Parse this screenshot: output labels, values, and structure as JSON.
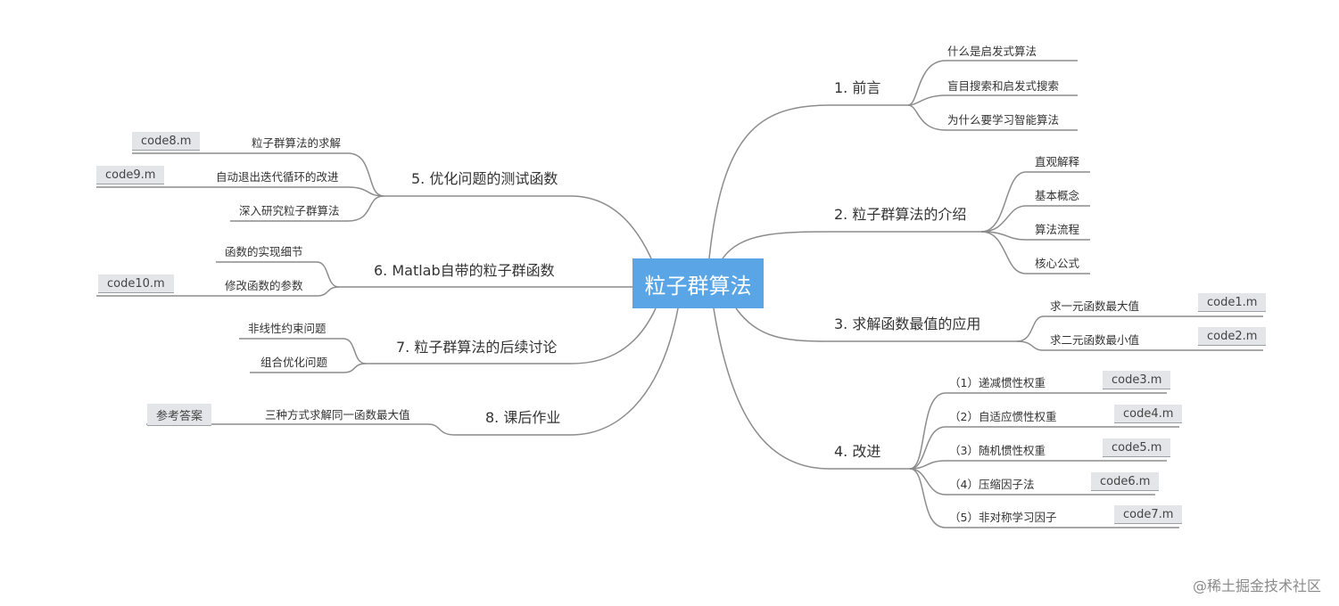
{
  "root": "粒子群算法",
  "branches": {
    "b1": {
      "title": "1. 前言",
      "items": [
        "什么是启发式算法",
        "盲目搜索和启发式搜索",
        "为什么要学习智能算法"
      ]
    },
    "b2": {
      "title": "2. 粒子群算法的介绍",
      "items": [
        "直观解释",
        "基本概念",
        "算法流程",
        "核心公式"
      ]
    },
    "b3": {
      "title": "3. 求解函数最值的应用",
      "items": [
        "求一元函数最大值",
        "求二元函数最小值"
      ],
      "tags": [
        "code1.m",
        "code2.m"
      ]
    },
    "b4": {
      "title": "4. 改进",
      "items": [
        "（1）递减惯性权重",
        "（2）自适应惯性权重",
        "（3）随机惯性权重",
        "（4）压缩因子法",
        "（5）非对称学习因子"
      ],
      "tags": [
        "code3.m",
        "code4.m",
        "code5.m",
        "code6.m",
        "code7.m"
      ]
    },
    "b5": {
      "title": "5. 优化问题的测试函数",
      "items": [
        "粒子群算法的求解",
        "自动退出迭代循环的改进",
        "深入研究粒子群算法"
      ],
      "tags": [
        "code8.m",
        "code9.m"
      ]
    },
    "b6": {
      "title": "6. Matlab自带的粒子群函数",
      "items": [
        "函数的实现细节",
        "修改函数的参数"
      ],
      "tags": [
        "code10.m"
      ]
    },
    "b7": {
      "title": "7. 粒子群算法的后续讨论",
      "items": [
        "非线性约束问题",
        "组合优化问题"
      ]
    },
    "b8": {
      "title": "8. 课后作业",
      "items": [
        "三种方式求解同一函数最大值"
      ],
      "tags": [
        "参考答案"
      ]
    }
  },
  "watermark": "@稀土掘金技术社区",
  "colors": {
    "root_bg": "#5aa5e6",
    "line": "#8c8c8c",
    "tag_bg": "#e3e5e8"
  }
}
